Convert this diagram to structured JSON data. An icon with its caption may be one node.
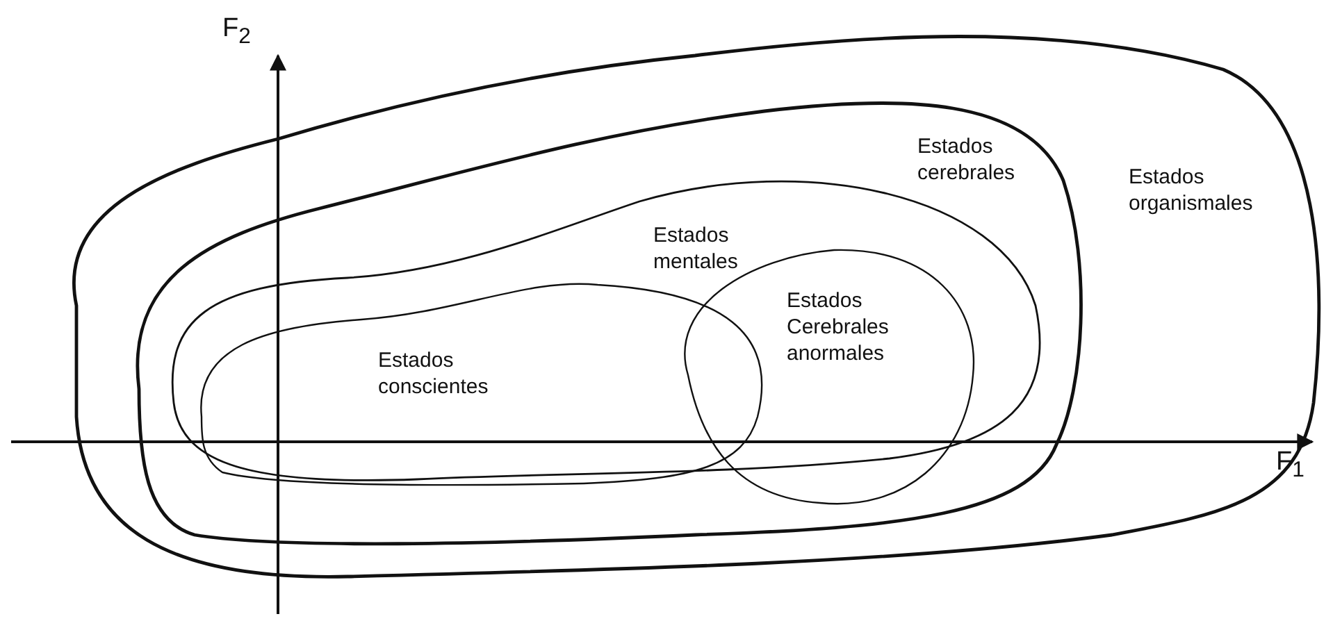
{
  "diagram": {
    "nodes": [
      {
        "text": [
          "Estados organismales"
        ]
      },
      {
        "text": [
          "Estados cerebrales"
        ],
        "in": 0
      },
      {
        "text": [
          "Estados mentales"
        ],
        "in": 1
      },
      {
        "text": [
          "Estados conscientes"
        ],
        "in": 2
      },
      {
        "text": [
          "Estados Cerebrales anormales"
        ],
        "in": 1
      }
    ],
    "labels": [
      "F$_{2}$",
      "F$_{1}$"
    ]
  }
}
